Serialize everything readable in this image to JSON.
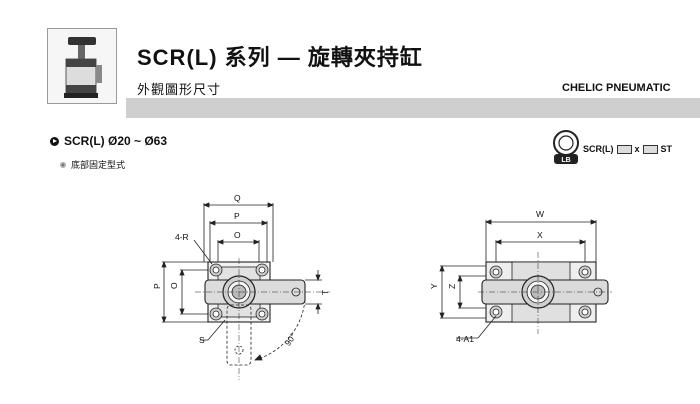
{
  "header": {
    "title": "SCR(L) 系列 — 旋轉夾持缸",
    "subtitle": "外觀圖形尺寸",
    "brand": "CHELIC PNEUMATIC"
  },
  "section": {
    "title": "SCR(L)   Ø20 ~ Ø63",
    "subtitle": "底部固定型式"
  },
  "order_code": {
    "prefix": "SCR(L)",
    "separator": "x",
    "suffix": "ST",
    "icon_text": "LB"
  },
  "left_view": {
    "labels": {
      "q": "Q",
      "p_top": "P",
      "o_top": "O",
      "r": "4-R",
      "p_side": "P",
      "o_side": "O",
      "t": "T",
      "s": "S",
      "angle": "90°"
    }
  },
  "right_view": {
    "labels": {
      "w": "W",
      "x": "X",
      "y": "Y",
      "z": "Z",
      "a": "4-A1"
    }
  }
}
